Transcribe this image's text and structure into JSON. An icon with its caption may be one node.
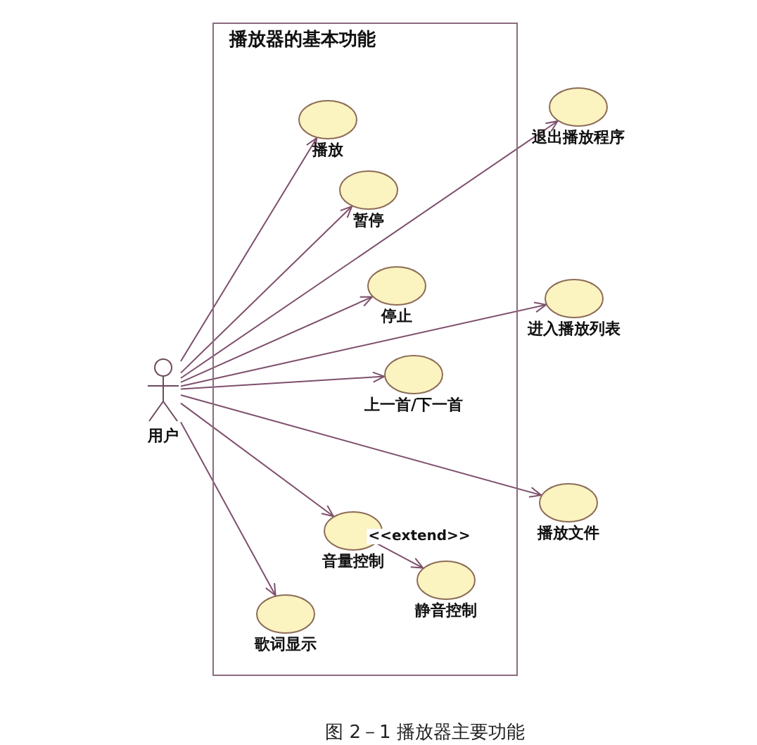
{
  "diagram": {
    "caption": "图 2－1 播放器主要功能",
    "nodes": [
      {
        "text": [
          "播放器的基本功能"
        ]
      },
      {
        "text": [
          "播放"
        ],
        "in": 0
      },
      {
        "text": [
          "暂停"
        ],
        "in": 0
      },
      {
        "text": [
          "退出播放程序"
        ]
      },
      {
        "text": [
          "停止"
        ],
        "in": 0
      },
      {
        "text": [
          "进入播放列表"
        ]
      },
      {
        "text": [
          "用户"
        ]
      },
      {
        "text": [
          "上一首/下一首"
        ],
        "in": 0
      },
      {
        "text": [
          "播放文件"
        ]
      },
      {
        "text": [
          "音量控制"
        ],
        "in": 0
      },
      {
        "text": [
          "静音控制"
        ],
        "in": 0
      },
      {
        "text": [
          "歌词显示"
        ],
        "in": 0
      }
    ],
    "edges": [
      {
        "from": 6,
        "to": 1,
        "arrow": "to"
      },
      {
        "from": 6,
        "to": 2,
        "arrow": "to"
      },
      {
        "from": 6,
        "to": 3,
        "arrow": "to"
      },
      {
        "from": 6,
        "to": 4,
        "arrow": "to"
      },
      {
        "from": 6,
        "to": 5,
        "arrow": "to"
      },
      {
        "from": 6,
        "to": 7,
        "arrow": "to"
      },
      {
        "from": 6,
        "to": 8,
        "arrow": "to"
      },
      {
        "from": 6,
        "to": 9,
        "arrow": "to"
      },
      {
        "from": 6,
        "to": 11,
        "arrow": "to"
      },
      {
        "from": 9,
        "to": 10,
        "arrow": "to",
        "label": "<<extend>>"
      }
    ]
  }
}
